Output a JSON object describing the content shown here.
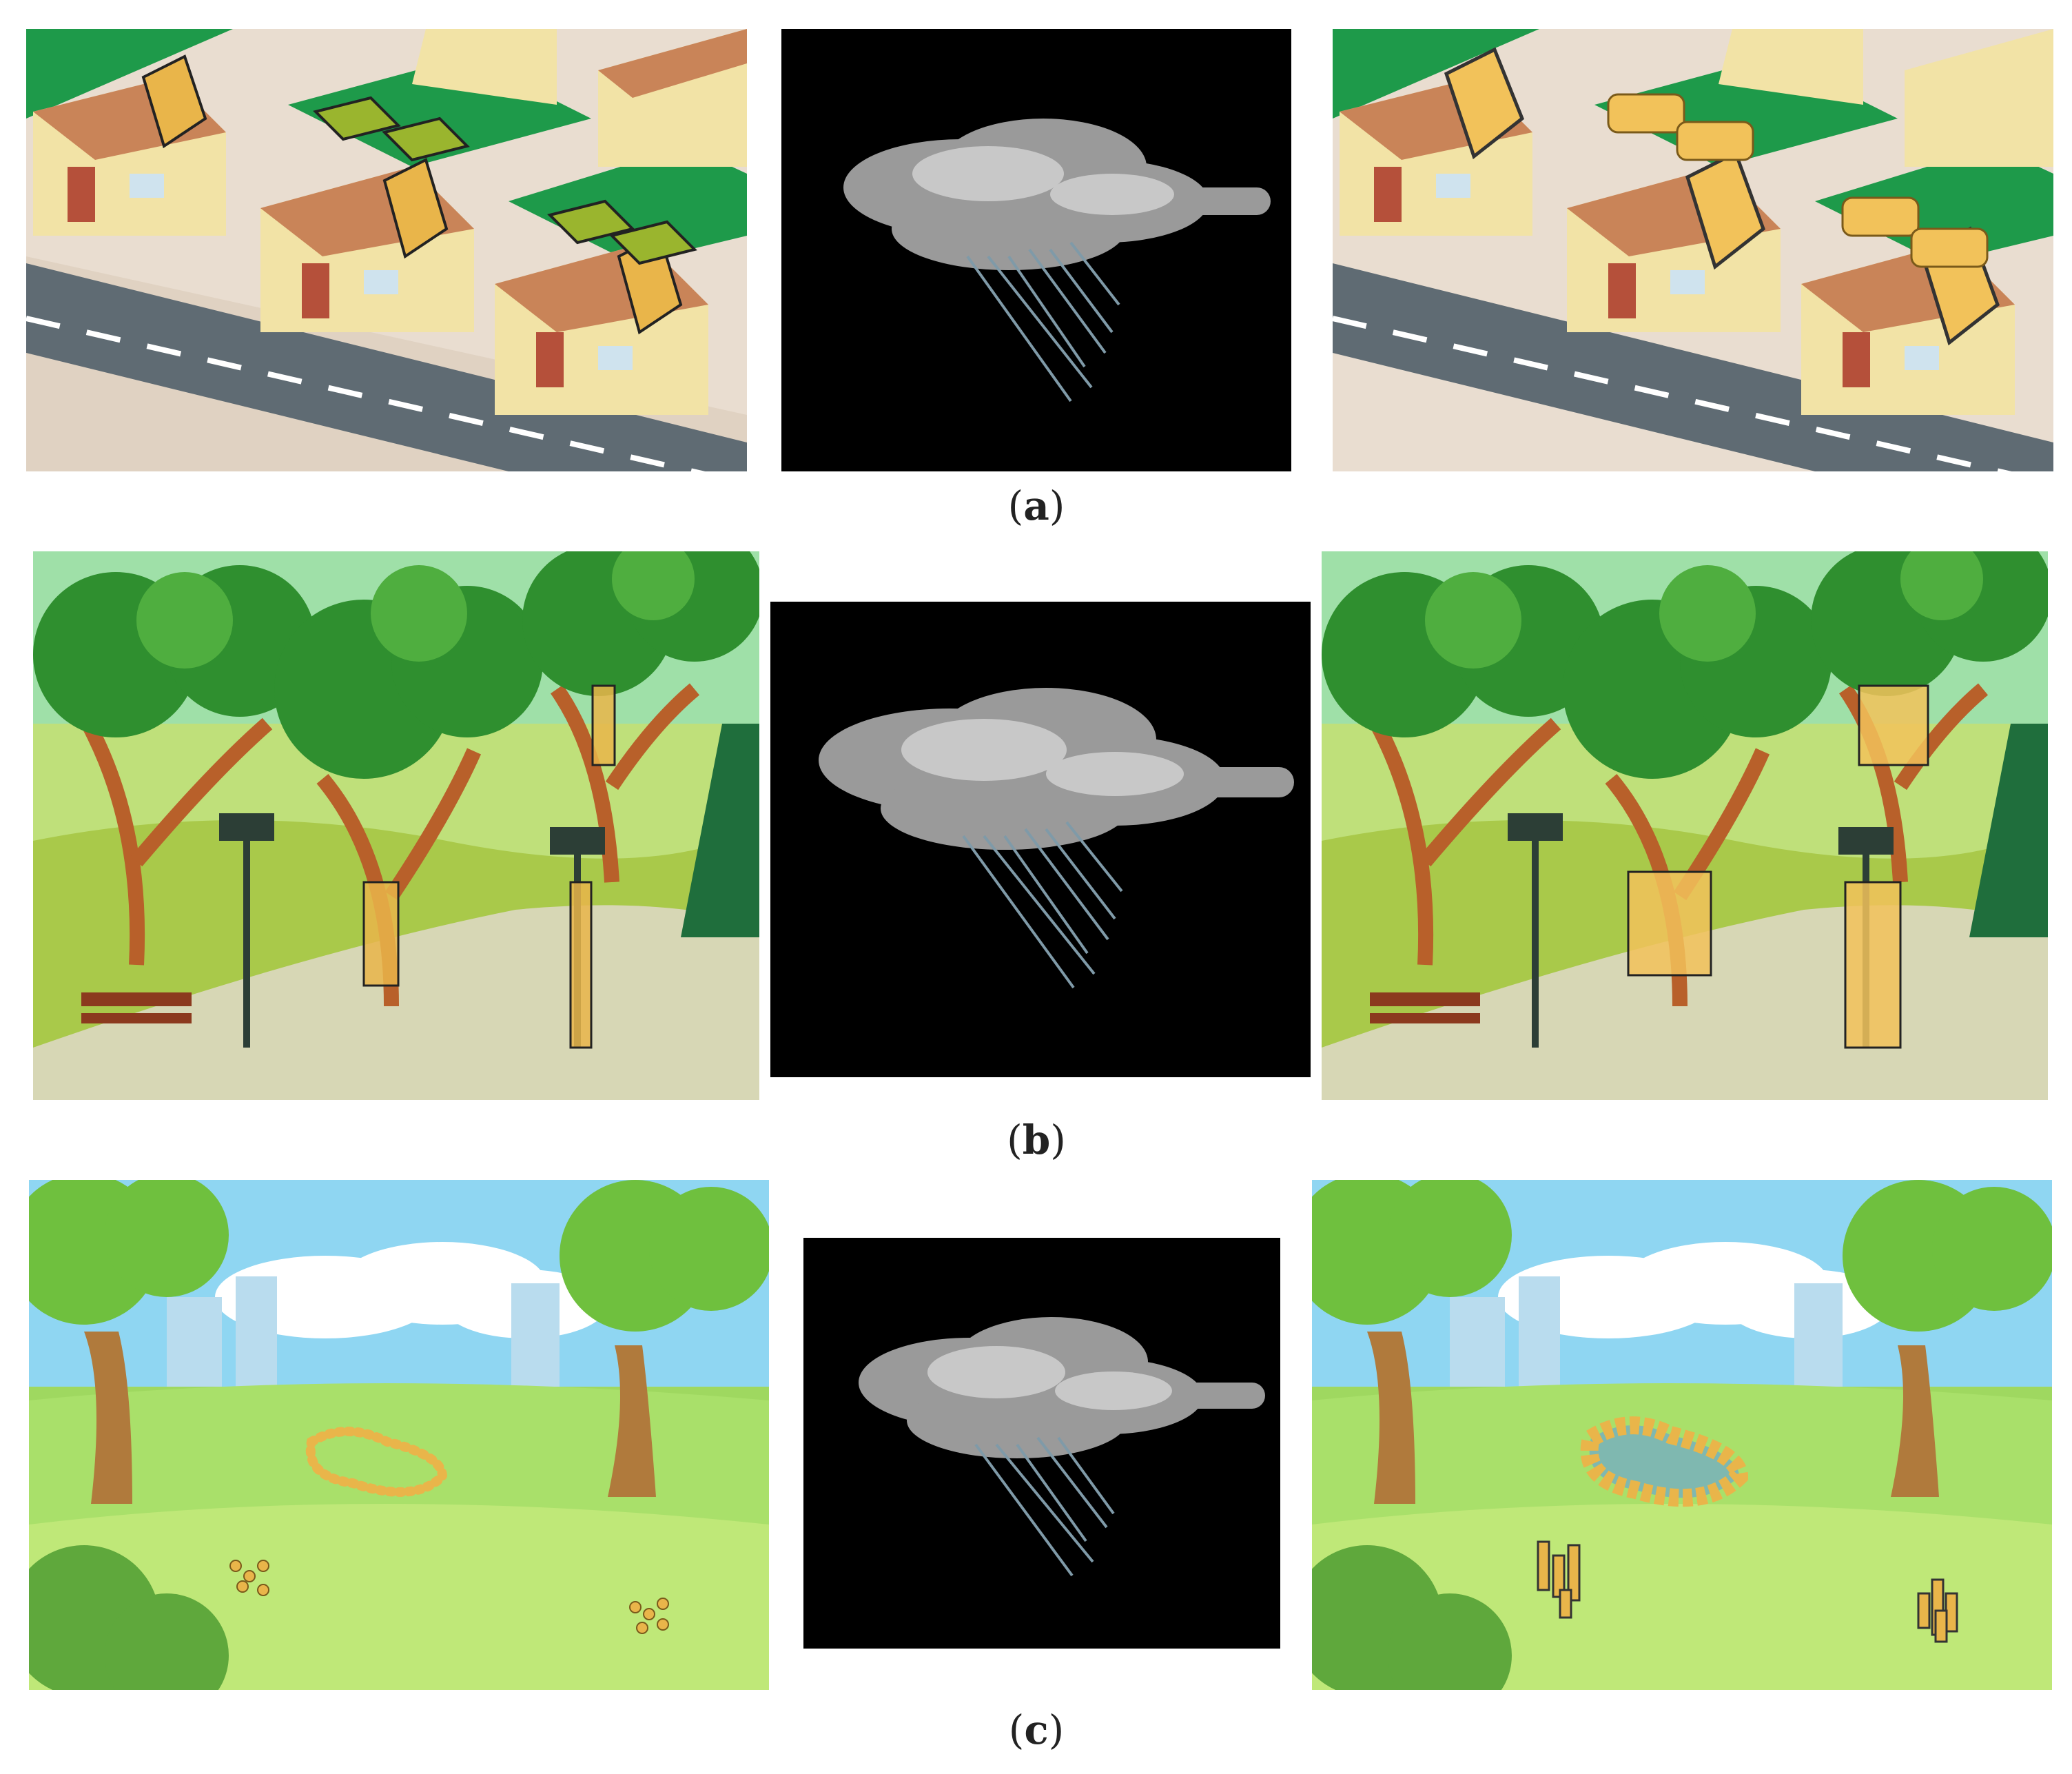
{
  "captions": {
    "a": "a",
    "b": "b",
    "c": "c"
  },
  "colors": {
    "grass_green": "#1e9a4a",
    "house_wall": "#f2e3a6",
    "roof": "#c98458",
    "road": "#5f6b73",
    "sponge": "#e9b54a",
    "rain_bg": "#000000",
    "cloud": "#9a9a9a",
    "sky": "#8fd6f2"
  },
  "panels": [
    {
      "row": "a",
      "before": "house-roofs-and-lawns-with-flat-yellow-patches",
      "rain": "rain-cloud",
      "after": "house-roofs-and-lawns-with-swollen-sponge-patches"
    },
    {
      "row": "b",
      "before": "park-trees-and-lampposts-with-flat-yellow-wraps",
      "rain": "rain-cloud",
      "after": "park-trees-and-lampposts-with-swollen-wraps"
    },
    {
      "row": "c",
      "before": "meadow-with-flat-yellow-ring-and-dots",
      "rain": "rain-cloud",
      "after": "meadow-with-raised-yellow-pond-wall-and-posts"
    }
  ]
}
